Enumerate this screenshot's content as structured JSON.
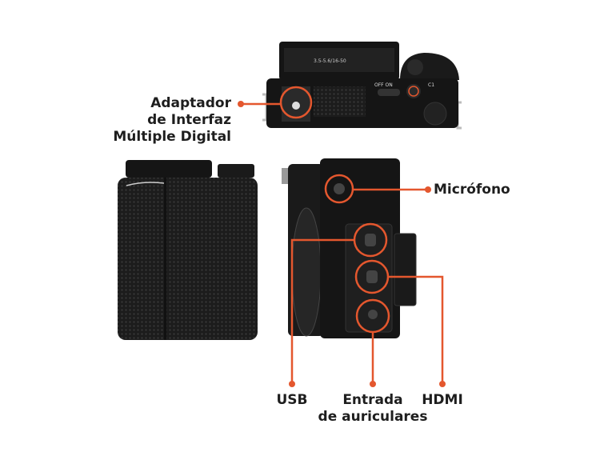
{
  "colors": {
    "accent": "#e4572e",
    "camera_body": "#1a1a1a",
    "text": "#1e1e1e"
  },
  "camera_markings": {
    "lens": "3.5-5.6/16-50",
    "switch": "OFF ON",
    "custom_button": "C1"
  },
  "callouts": {
    "multi_interface": [
      "Adaptador",
      "de Interfaz",
      "Múltiple Digital"
    ],
    "microphone": "Micrófono",
    "usb": "USB",
    "headphone": [
      "Entrada",
      "de auriculares"
    ],
    "hdmi": "HDMI"
  }
}
